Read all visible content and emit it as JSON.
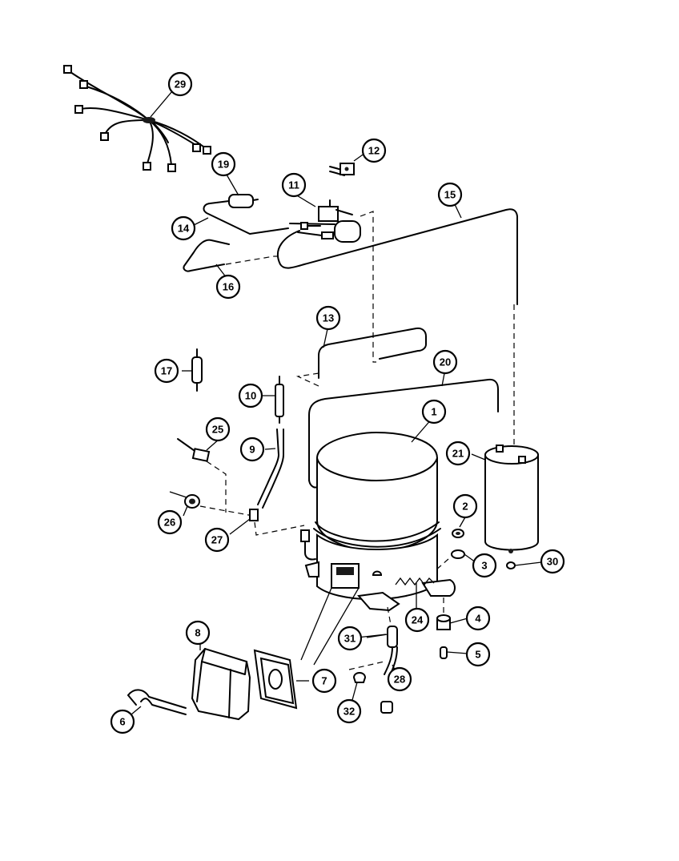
{
  "callouts": [
    {
      "id": "1",
      "label": "1"
    },
    {
      "id": "2",
      "label": "2"
    },
    {
      "id": "3",
      "label": "3"
    },
    {
      "id": "4",
      "label": "4"
    },
    {
      "id": "5",
      "label": "5"
    },
    {
      "id": "6",
      "label": "6"
    },
    {
      "id": "7",
      "label": "7"
    },
    {
      "id": "8",
      "label": "8"
    },
    {
      "id": "9",
      "label": "9"
    },
    {
      "id": "10",
      "label": "10"
    },
    {
      "id": "11",
      "label": "11"
    },
    {
      "id": "12",
      "label": "12"
    },
    {
      "id": "13",
      "label": "13"
    },
    {
      "id": "14",
      "label": "14"
    },
    {
      "id": "15",
      "label": "15"
    },
    {
      "id": "16",
      "label": "16"
    },
    {
      "id": "17",
      "label": "17"
    },
    {
      "id": "19",
      "label": "19"
    },
    {
      "id": "20",
      "label": "20"
    },
    {
      "id": "21",
      "label": "21"
    },
    {
      "id": "24",
      "label": "24"
    },
    {
      "id": "25",
      "label": "25"
    },
    {
      "id": "26",
      "label": "26"
    },
    {
      "id": "27",
      "label": "27"
    },
    {
      "id": "28",
      "label": "28"
    },
    {
      "id": "29",
      "label": "29"
    },
    {
      "id": "30",
      "label": "30"
    },
    {
      "id": "31",
      "label": "31"
    },
    {
      "id": "32",
      "label": "32"
    }
  ]
}
